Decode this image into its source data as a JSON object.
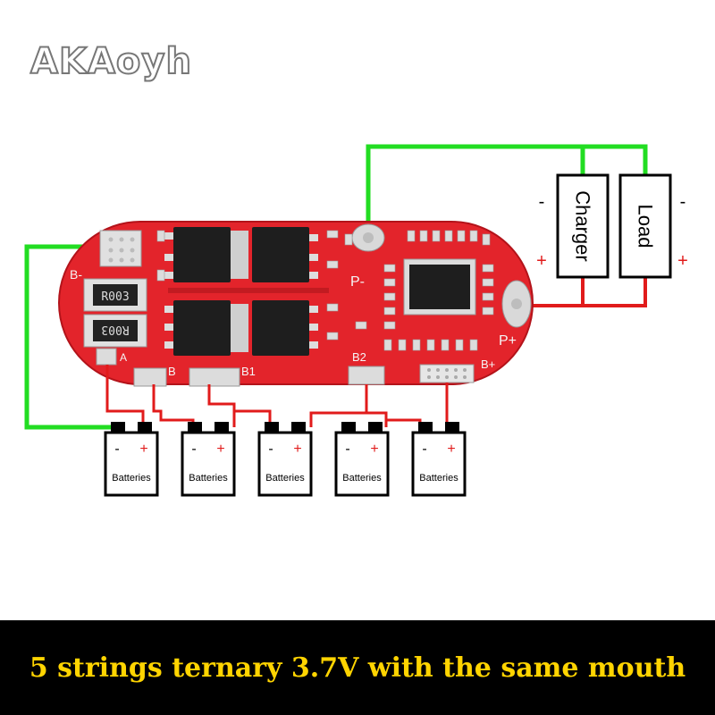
{
  "brand": {
    "logo_text": "AKAoyh"
  },
  "colors": {
    "board": "#e3242b",
    "board_edge": "#b3131a",
    "wire_red": "#e11b1b",
    "wire_green": "#22dd22",
    "caption_bg": "#000000",
    "caption_text": "#ffd400"
  },
  "board": {
    "pad_b_minus": "B-",
    "pad_p_minus": "P-",
    "pad_p_plus": "P+",
    "pad_a": "A",
    "pad_b": "B",
    "pad_b1": "B1",
    "pad_b2": "B2",
    "pad_b_plus": "B+",
    "resistor_1": "R003",
    "resistor_2": "R003"
  },
  "charger": {
    "label": "Charger",
    "minus": "-",
    "plus": "+"
  },
  "load": {
    "label": "Load",
    "minus": "-",
    "plus": "+"
  },
  "batteries": [
    {
      "label": "Batteries",
      "minus": "-",
      "plus": "+"
    },
    {
      "label": "Batteries",
      "minus": "-",
      "plus": "+"
    },
    {
      "label": "Batteries",
      "minus": "-",
      "plus": "+"
    },
    {
      "label": "Batteries",
      "minus": "-",
      "plus": "+"
    },
    {
      "label": "Batteries",
      "minus": "-",
      "plus": "+"
    }
  ],
  "caption": "5 strings ternary 3.7V with the same mouth"
}
